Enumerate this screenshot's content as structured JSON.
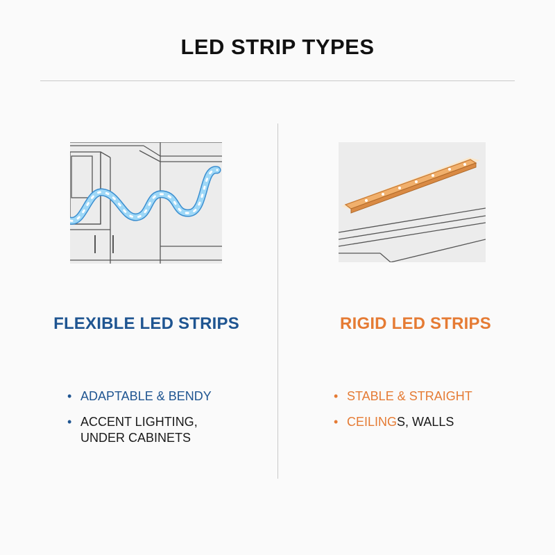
{
  "title": "LED STRIP TYPES",
  "colors": {
    "flexible_accent": "#1f5591",
    "rigid_accent": "#e57b34",
    "strip_blue": "#8fd0f5",
    "strip_orange": "#f1b06c",
    "divider": "#c9c9c9"
  },
  "flexible": {
    "heading": "FLEXIBLE LED STRIPS",
    "illustration_icon": "flexible-led-strip-under-cabinet-illustration",
    "bullets": [
      {
        "line1": "ADAPTABLE & BENDY",
        "line2": ""
      },
      {
        "line1": "ACCENT LIGHTING,",
        "line2": "UNDER CABINETS"
      }
    ]
  },
  "rigid": {
    "heading": "RIGID LED STRIPS",
    "illustration_icon": "rigid-led-bar-ceiling-illustration",
    "bullets": [
      {
        "line1": "STABLE & STRAIGHT"
      },
      {
        "line1_accent": "CEILING",
        "line1_rest": "S, WALLS"
      }
    ]
  }
}
